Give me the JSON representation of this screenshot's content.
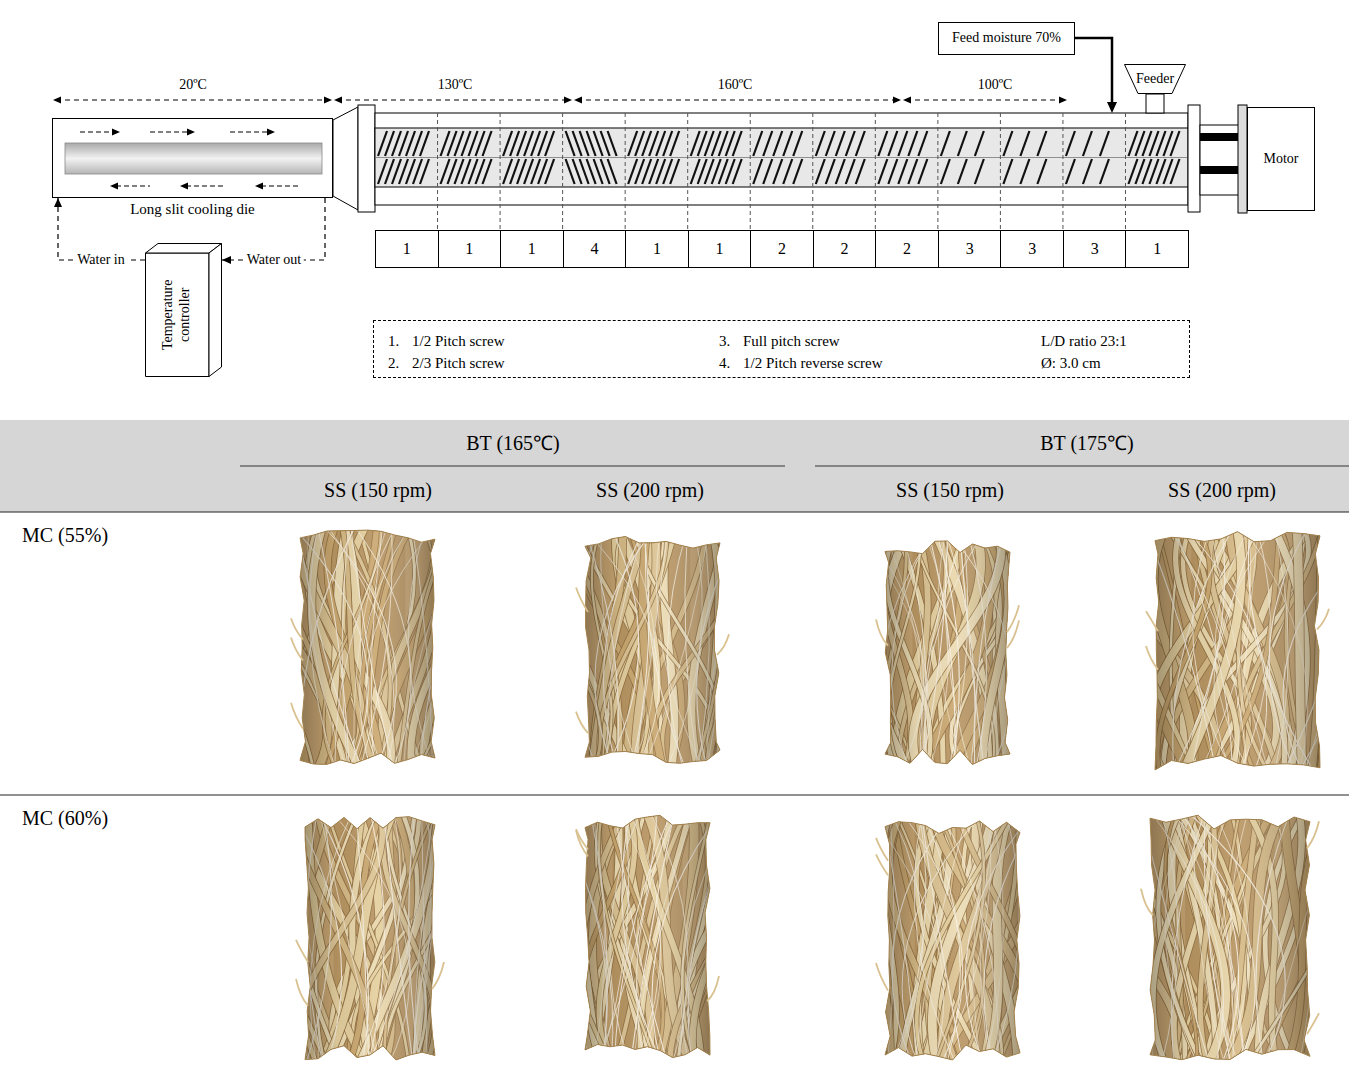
{
  "diagram": {
    "nodes": [
      {
        "text": [
          "Feed moisture 70%"
        ]
      },
      {
        "text": [
          "Feeder"
        ]
      },
      {
        "text": [
          "Long slit cooling die"
        ]
      },
      {
        "text": [
          "Motor"
        ]
      },
      {
        "text": [
          "1"
        ]
      },
      {
        "text": [
          "1"
        ]
      },
      {
        "text": [
          "1"
        ]
      },
      {
        "text": [
          "4"
        ]
      },
      {
        "text": [
          "1"
        ]
      },
      {
        "text": [
          "1"
        ]
      },
      {
        "text": [
          "2"
        ]
      },
      {
        "text": [
          "2"
        ]
      },
      {
        "text": [
          "2"
        ]
      },
      {
        "text": [
          "3"
        ]
      },
      {
        "text": [
          "3"
        ]
      },
      {
        "text": [
          "3"
        ]
      },
      {
        "text": [
          "1"
        ]
      },
      {
        "text": [
          "Temperature controller"
        ]
      },
      {
        "text": [
          "1.",
          "1/2 Pitch screw",
          "2.",
          "2/3 Pitch screw",
          "3.",
          "Full pitch screw",
          "4.",
          "1/2 Pitch reverse screw",
          "L/D ratio 23:1",
          "Ø: 3.0 cm"
        ]
      }
    ],
    "edges": [
      {
        "from": 17,
        "to": 2,
        "label": "Water in",
        "arrow": "to"
      },
      {
        "from": 2,
        "to": 17,
        "label": "Water out",
        "arrow": "to"
      }
    ],
    "labels": [
      "20ºC",
      "130ºC",
      "160ºC",
      "100ºC",
      "BT (165℃)",
      "BT (175℃)",
      "SS (150 rpm)",
      "SS (200 rpm)",
      "SS (150 rpm)",
      "SS (200 rpm)",
      "MC (55%)",
      "MC (60%)"
    ]
  }
}
